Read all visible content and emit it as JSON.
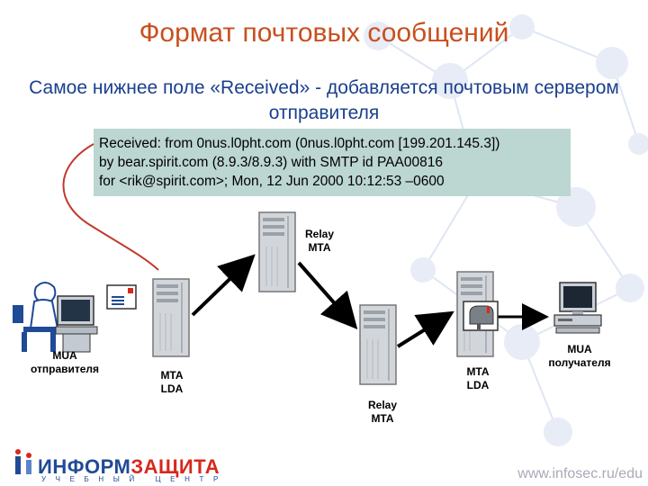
{
  "slide": {
    "title": "Формат почтовых сообщений",
    "subtitle": "Самое нижнее поле «Received» - добавляется почтовым сервером отправителя"
  },
  "header_box": {
    "lines": [
      "Received: from 0nus.l0pht.com (0nus.l0pht.com [199.201.145.3])",
      "by bear.spirit.com (8.9.3/8.9.3) with SMTP id PAA00816",
      "for <rik@spirit.com>; Mon, 12 Jun 2000 10:12:53 –0600"
    ]
  },
  "nodes": {
    "mua_sender": {
      "line1": "MUA",
      "line2": "отправителя",
      "icon": "user-at-computer-icon"
    },
    "mta_sender": {
      "line1": "MTA",
      "line2": "LDA",
      "icon": "server-tower-icon"
    },
    "relay1": {
      "line1": "Relay",
      "line2": "MTA",
      "icon": "server-tower-icon"
    },
    "relay2": {
      "line1": "Relay",
      "line2": "MTA",
      "icon": "server-tower-icon"
    },
    "mta_receiver": {
      "line1": "MTA",
      "line2": "LDA",
      "icon": "server-tower-icon"
    },
    "mua_receiver": {
      "line1": "MUA",
      "line2": "получателя",
      "icon": "desktop-computer-icon"
    }
  },
  "branding": {
    "logo_part1": "ИНФОРМ",
    "logo_part2": "ЗАЩИТА",
    "logo_subtitle": "УЧЕБНЫЙ ЦЕНТР",
    "url": "www.infosec.ru/edu"
  },
  "colors": {
    "title": "#c8501e",
    "subtitle": "#1a3f8e",
    "header_box_bg": "#bcd6d2",
    "pointer_curve": "#c0392b",
    "arrow": "#000000"
  }
}
